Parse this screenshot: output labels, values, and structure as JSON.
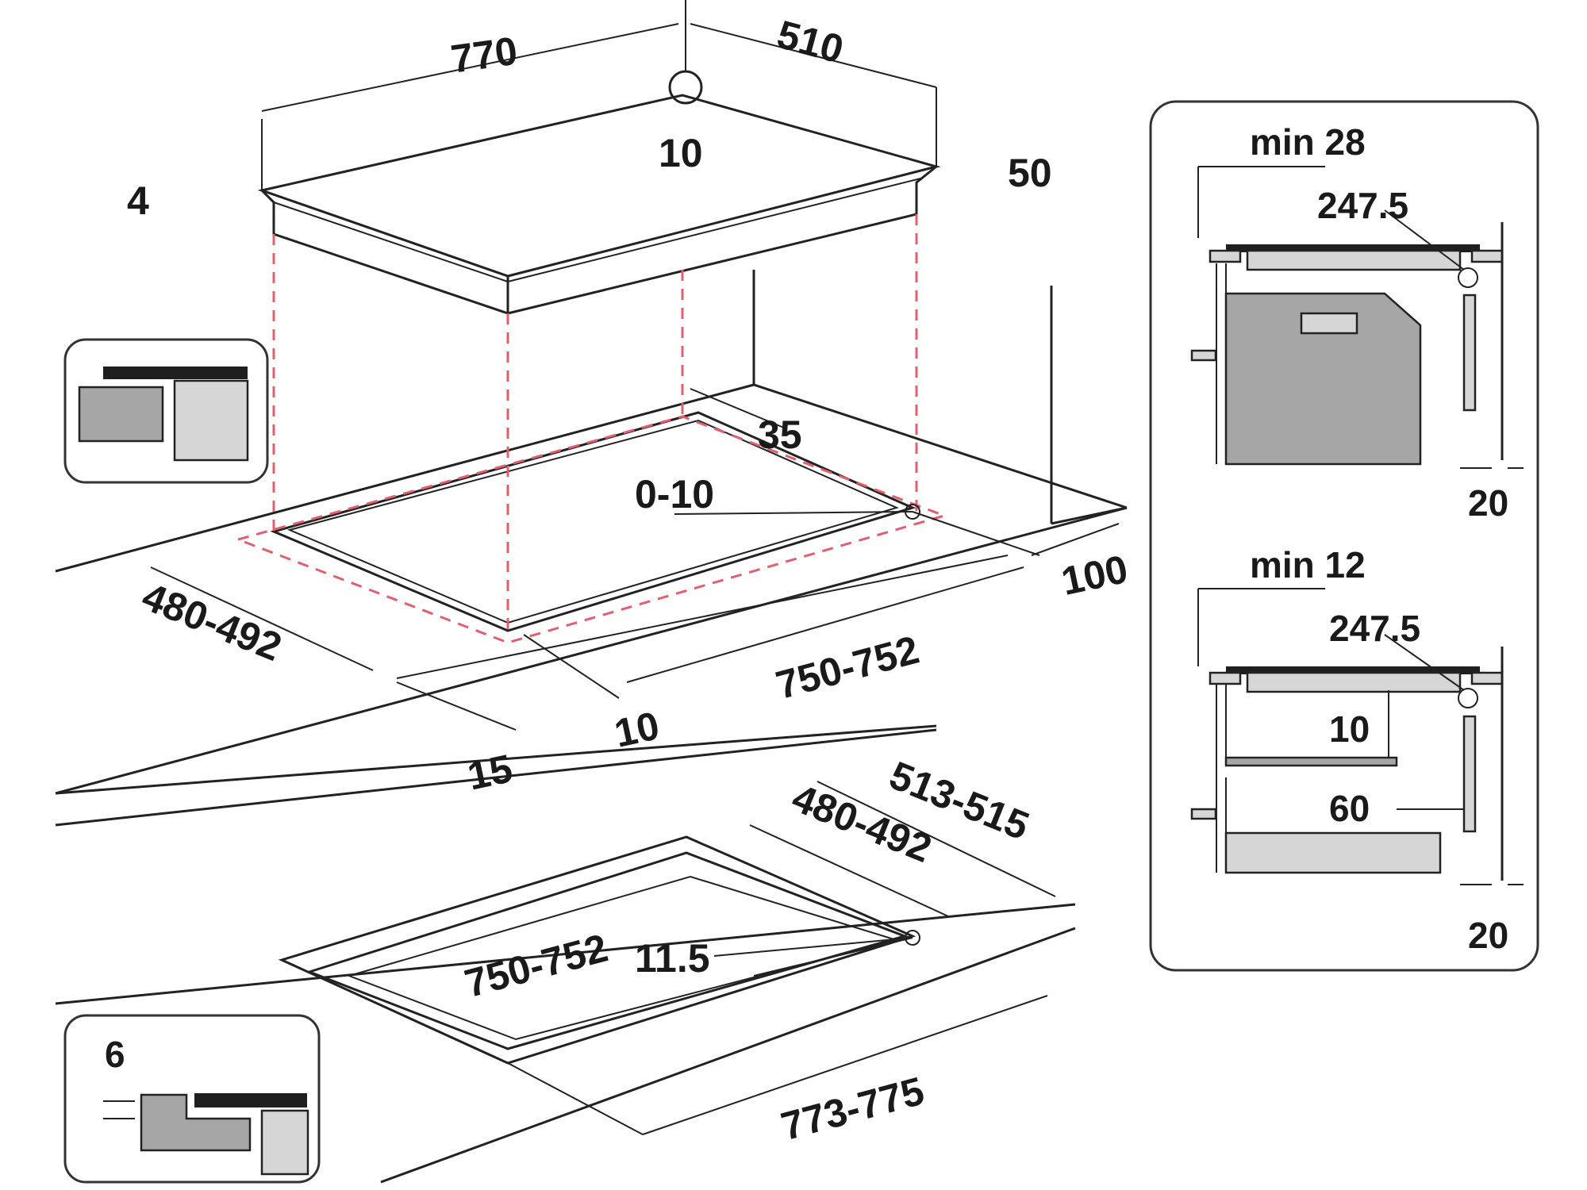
{
  "dimensions": {
    "hob_width": "770",
    "hob_depth": "510",
    "hob_thickness_glass": "4",
    "hob_height": "50",
    "corner_marker": "10",
    "cutout_rear_gap": "35",
    "corner_radius": "0-10",
    "rear_clearance": "100",
    "cutout_depth": "480-492",
    "cutout_width": "750-752",
    "front_offset_10": "10",
    "front_offset_15": "15",
    "flush_outer_depth": "513-515",
    "flush_inner_depth": "480-492",
    "flush_inner_width": "750-752",
    "flush_radius": "11.5",
    "flush_outer_width": "773-775",
    "flush_rebate": "6"
  },
  "side_panel": {
    "top": {
      "min_label": "min 28",
      "depth_label": "247.5",
      "wall_gap": "20"
    },
    "bottom": {
      "min_label": "min 12",
      "depth_label": "247.5",
      "shelf_gap": "10",
      "shelf_offset": "60",
      "wall_gap": "20"
    }
  }
}
